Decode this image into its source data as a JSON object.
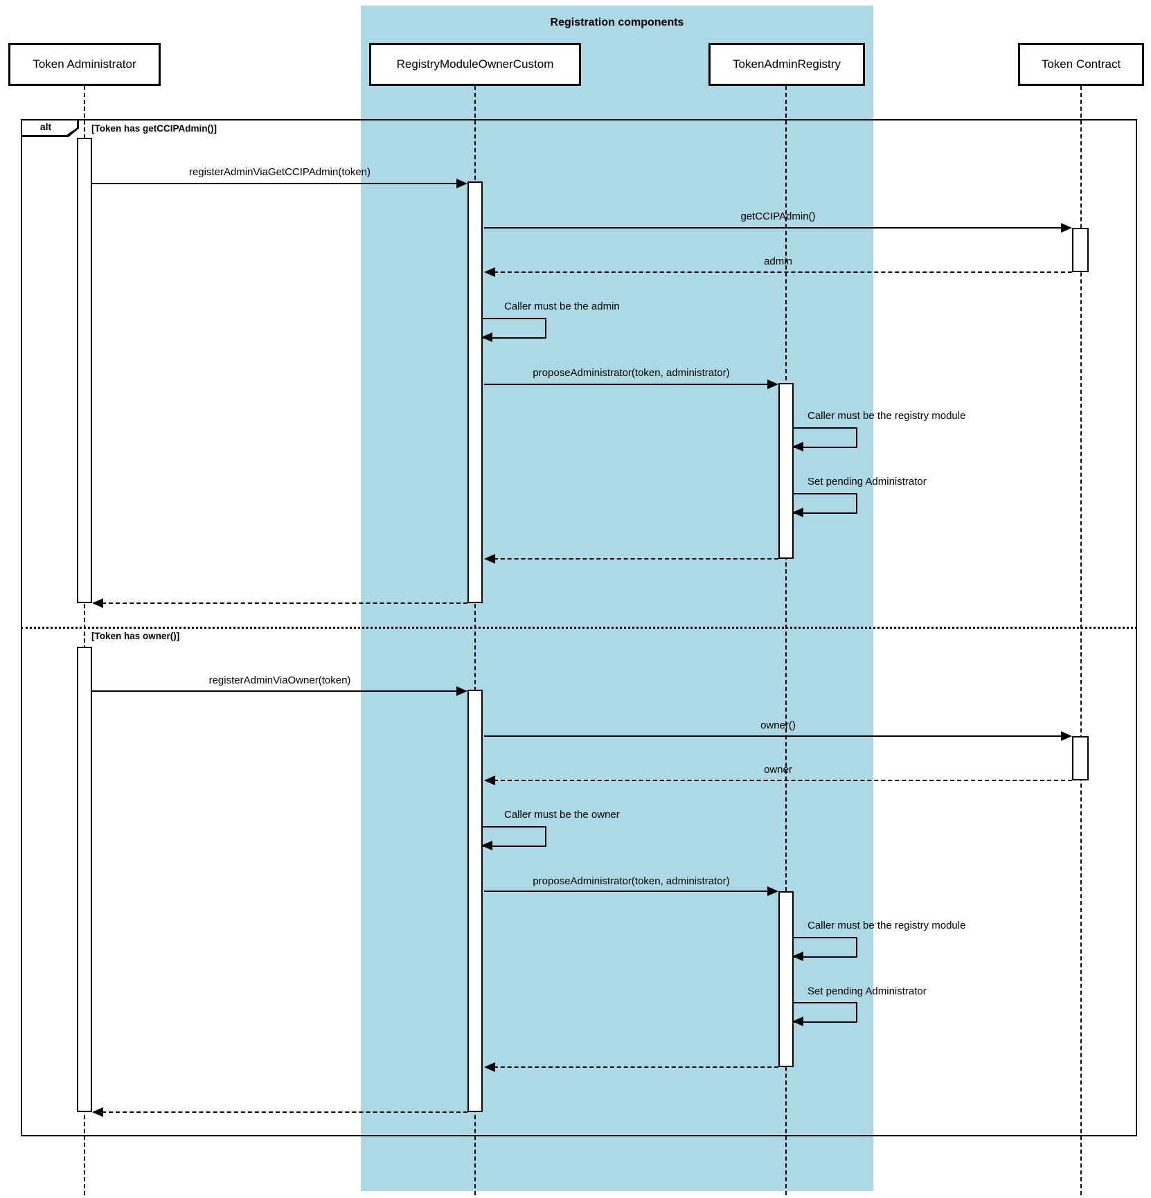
{
  "colors": {
    "group_fill": "#ADD8E6",
    "line": "#000000",
    "participant_fill": "#FFFFFF",
    "text": "#000000"
  },
  "group": {
    "title": "Registration components"
  },
  "participants": [
    {
      "label": "Token Administrator"
    },
    {
      "label": "RegistryModuleOwnerCustom"
    },
    {
      "label": "TokenAdminRegistry"
    },
    {
      "label": "Token Contract"
    }
  ],
  "alt_frame": {
    "operator": "alt",
    "guard_top": "[Token has getCCIPAdmin()]",
    "guard_bottom": "[Token has owner()]"
  },
  "sections": [
    {
      "messages": [
        {
          "label": "registerAdminViaGetCCIPAdmin(token)",
          "type": "sync"
        },
        {
          "label": "getCCIPAdmin()",
          "type": "sync"
        },
        {
          "label": "admin",
          "type": "return"
        },
        {
          "label": "Caller must be the admin",
          "type": "self"
        },
        {
          "label": "proposeAdministrator(token, administrator)",
          "type": "sync"
        },
        {
          "label": "Caller must be the registry module",
          "type": "self"
        },
        {
          "label": "Set pending Administrator",
          "type": "self"
        }
      ]
    },
    {
      "messages": [
        {
          "label": "registerAdminViaOwner(token)",
          "type": "sync"
        },
        {
          "label": "owner()",
          "type": "sync"
        },
        {
          "label": "owner",
          "type": "return"
        },
        {
          "label": "Caller must be the owner",
          "type": "self"
        },
        {
          "label": "proposeAdministrator(token, administrator)",
          "type": "sync"
        },
        {
          "label": "Caller must be the registry module",
          "type": "self"
        },
        {
          "label": "Set pending Administrator",
          "type": "self"
        }
      ]
    }
  ]
}
